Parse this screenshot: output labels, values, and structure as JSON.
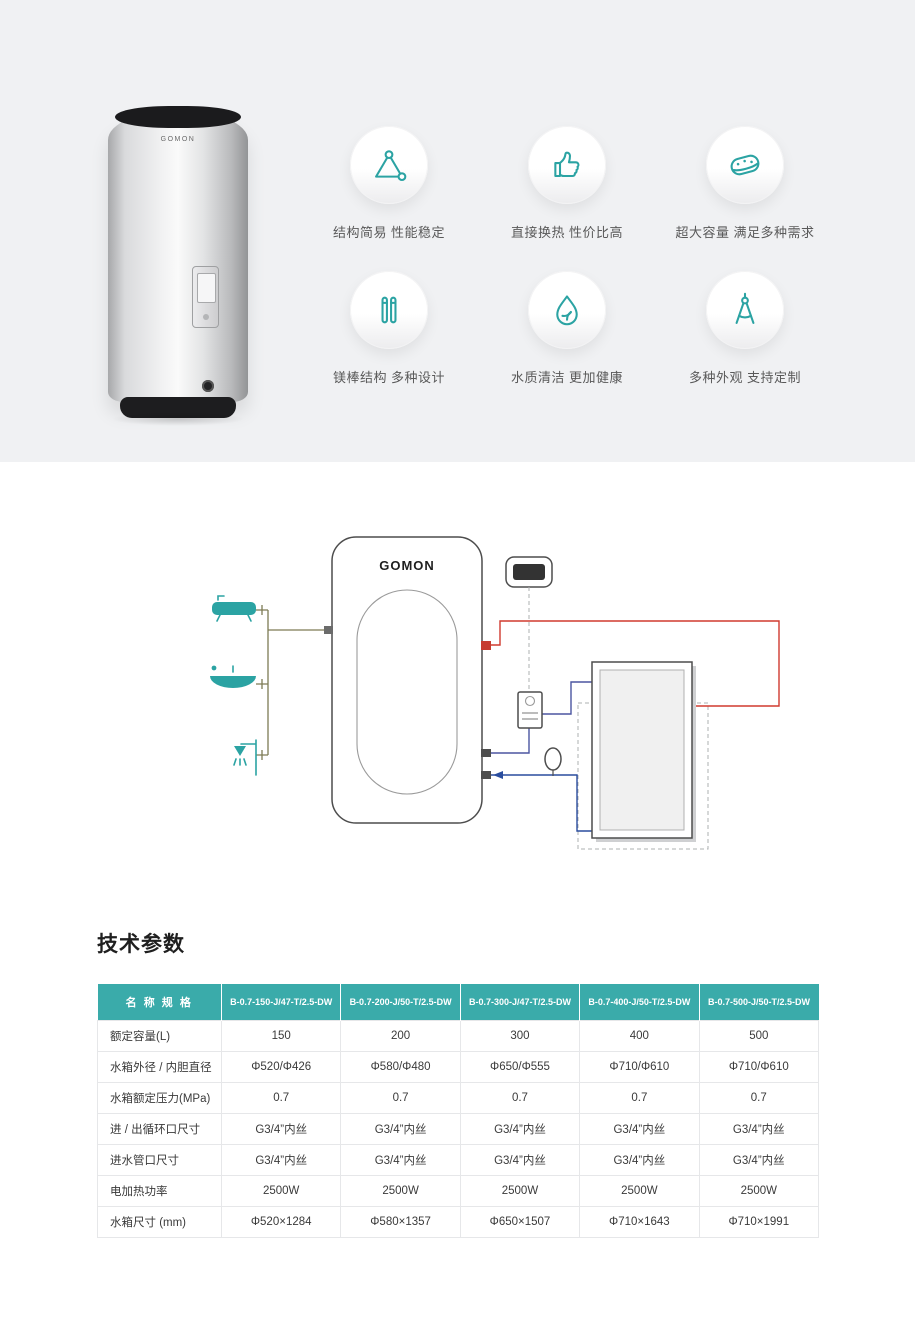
{
  "colors": {
    "accent": "#2ba3a3",
    "table_header": "#3aabaa",
    "hero_bg": "#f0f1f3",
    "pipe_red": "#d03a2f",
    "pipe_blue": "#2a4d9e",
    "pipe_purple": "#4b55a1",
    "pipe_supply": "#7d7b55"
  },
  "product": {
    "logo": "GOMON"
  },
  "features": {
    "items": [
      {
        "icon": "triangle-structure-icon",
        "label": "结构简易 性能稳定"
      },
      {
        "icon": "thumbs-up-icon",
        "label": "直接换热 性价比高"
      },
      {
        "icon": "sponge-icon",
        "label": "超大容量 满足多种需求"
      },
      {
        "icon": "magnesium-rods-icon",
        "label": "镁棒结构 多种设计"
      },
      {
        "icon": "water-drop-icon",
        "label": "水质清洁 更加健康"
      },
      {
        "icon": "compass-icon",
        "label": "多种外观 支持定制"
      }
    ]
  },
  "diagram": {
    "tank_label": "GOMON"
  },
  "specs": {
    "title": "技术参数",
    "table": {
      "headers": [
        "名 称 规 格",
        "B-0.7-150-J/47-T/2.5-DW",
        "B-0.7-200-J/50-T/2.5-DW",
        "B-0.7-300-J/47-T/2.5-DW",
        "B-0.7-400-J/50-T/2.5-DW",
        "B-0.7-500-J/50-T/2.5-DW"
      ],
      "rows": [
        [
          "额定容量(L)",
          "150",
          "200",
          "300",
          "400",
          "500"
        ],
        [
          "水箱外径 / 内胆直径",
          "Φ520/Φ426",
          "Φ580/Φ480",
          "Φ650/Φ555",
          "Φ710/Φ610",
          "Φ710/Φ610"
        ],
        [
          "水箱额定压力(MPa)",
          "0.7",
          "0.7",
          "0.7",
          "0.7",
          "0.7"
        ],
        [
          "进 / 出循环口尺寸",
          "G3/4”内丝",
          "G3/4”内丝",
          "G3/4”内丝",
          "G3/4”内丝",
          "G3/4”内丝"
        ],
        [
          "进水管口尺寸",
          "G3/4”内丝",
          "G3/4”内丝",
          "G3/4”内丝",
          "G3/4”内丝",
          "G3/4”内丝"
        ],
        [
          "电加热功率",
          "2500W",
          "2500W",
          "2500W",
          "2500W",
          "2500W"
        ],
        [
          "水箱尺寸 (mm)",
          "Φ520×1284",
          "Φ580×1357",
          "Φ650×1507",
          "Φ710×1643",
          "Φ710×1991"
        ]
      ]
    }
  }
}
